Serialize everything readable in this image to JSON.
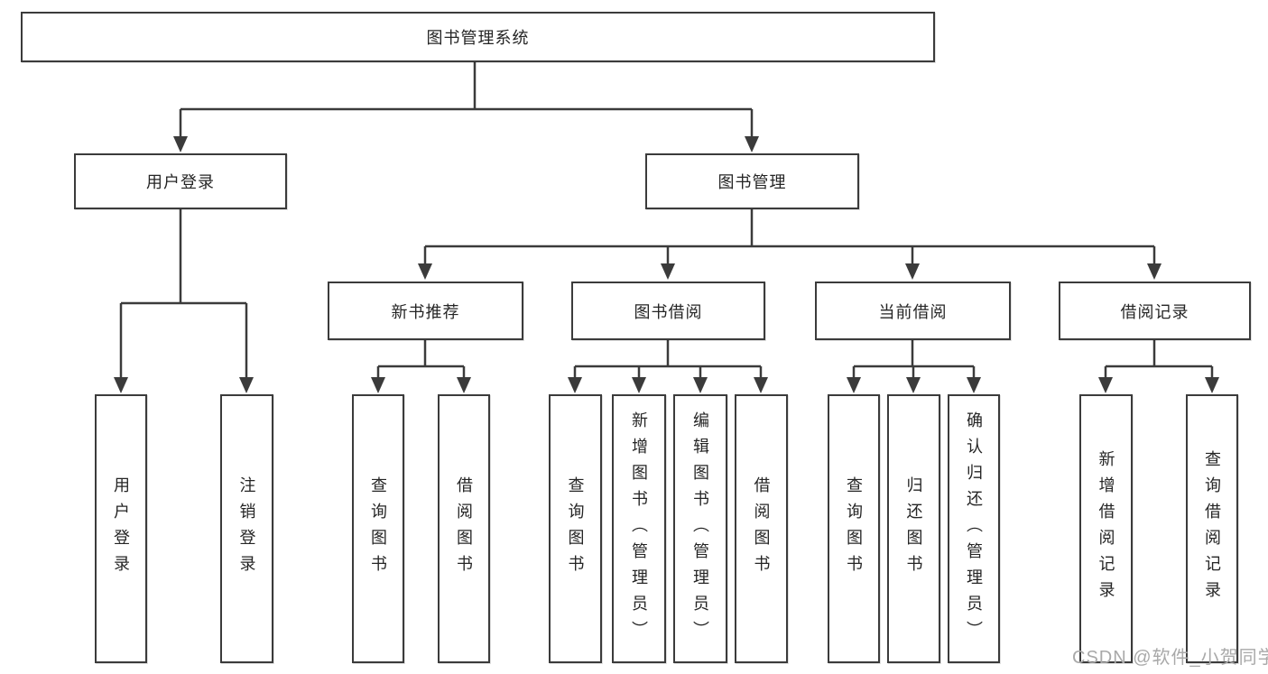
{
  "diagram": {
    "root": "图书管理系统",
    "user_branch": {
      "label": "用户登录",
      "children": [
        "用户登录",
        "注销登录"
      ]
    },
    "book_branch": {
      "label": "图书管理",
      "groups": [
        {
          "label": "新书推荐",
          "children": [
            "查询图书",
            "借阅图书"
          ]
        },
        {
          "label": "图书借阅",
          "children": [
            "查询图书",
            "新增图书（管理员）",
            "编辑图书（管理员）",
            "借阅图书"
          ]
        },
        {
          "label": "当前借阅",
          "children": [
            "查询图书",
            "归还图书",
            "确认归还（管理员）"
          ]
        },
        {
          "label": "借阅记录",
          "children": [
            "新增借阅记录",
            "查询借阅记录"
          ]
        }
      ]
    }
  },
  "watermark": "CSDN @软件_小贺同学",
  "colors": {
    "line": "#3b3b3b",
    "box_background": "#ffffff",
    "text": "#252525",
    "watermark": "#a9a9a9"
  }
}
